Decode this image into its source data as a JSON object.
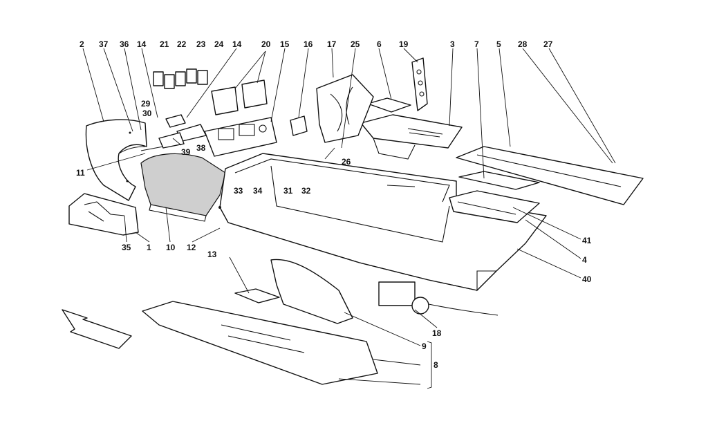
{
  "callouts": [
    {
      "id": "c2",
      "text": "2"
    },
    {
      "id": "c37",
      "text": "37"
    },
    {
      "id": "c36",
      "text": "36"
    },
    {
      "id": "c14a",
      "text": "14"
    },
    {
      "id": "c21",
      "text": "21"
    },
    {
      "id": "c22",
      "text": "22"
    },
    {
      "id": "c23",
      "text": "23"
    },
    {
      "id": "c24",
      "text": "24"
    },
    {
      "id": "c14b",
      "text": "14"
    },
    {
      "id": "c20",
      "text": "20"
    },
    {
      "id": "c15",
      "text": "15"
    },
    {
      "id": "c16",
      "text": "16"
    },
    {
      "id": "c17",
      "text": "17"
    },
    {
      "id": "c25",
      "text": "25"
    },
    {
      "id": "c6",
      "text": "6"
    },
    {
      "id": "c19",
      "text": "19"
    },
    {
      "id": "c3",
      "text": "3"
    },
    {
      "id": "c7",
      "text": "7"
    },
    {
      "id": "c5",
      "text": "5"
    },
    {
      "id": "c28",
      "text": "28"
    },
    {
      "id": "c27",
      "text": "27"
    },
    {
      "id": "c29",
      "text": "29"
    },
    {
      "id": "c30",
      "text": "30"
    },
    {
      "id": "c39",
      "text": "39"
    },
    {
      "id": "c38",
      "text": "38"
    },
    {
      "id": "c11",
      "text": "11"
    },
    {
      "id": "c26",
      "text": "26"
    },
    {
      "id": "c33",
      "text": "33"
    },
    {
      "id": "c34",
      "text": "34"
    },
    {
      "id": "c31",
      "text": "31"
    },
    {
      "id": "c32",
      "text": "32"
    },
    {
      "id": "c35",
      "text": "35"
    },
    {
      "id": "c1",
      "text": "1"
    },
    {
      "id": "c10",
      "text": "10"
    },
    {
      "id": "c12",
      "text": "12"
    },
    {
      "id": "c41",
      "text": "41"
    },
    {
      "id": "c4",
      "text": "4"
    },
    {
      "id": "c40",
      "text": "40"
    },
    {
      "id": "c13",
      "text": "13"
    },
    {
      "id": "c18",
      "text": "18"
    },
    {
      "id": "c9",
      "text": "9"
    },
    {
      "id": "c8",
      "text": "8"
    }
  ]
}
